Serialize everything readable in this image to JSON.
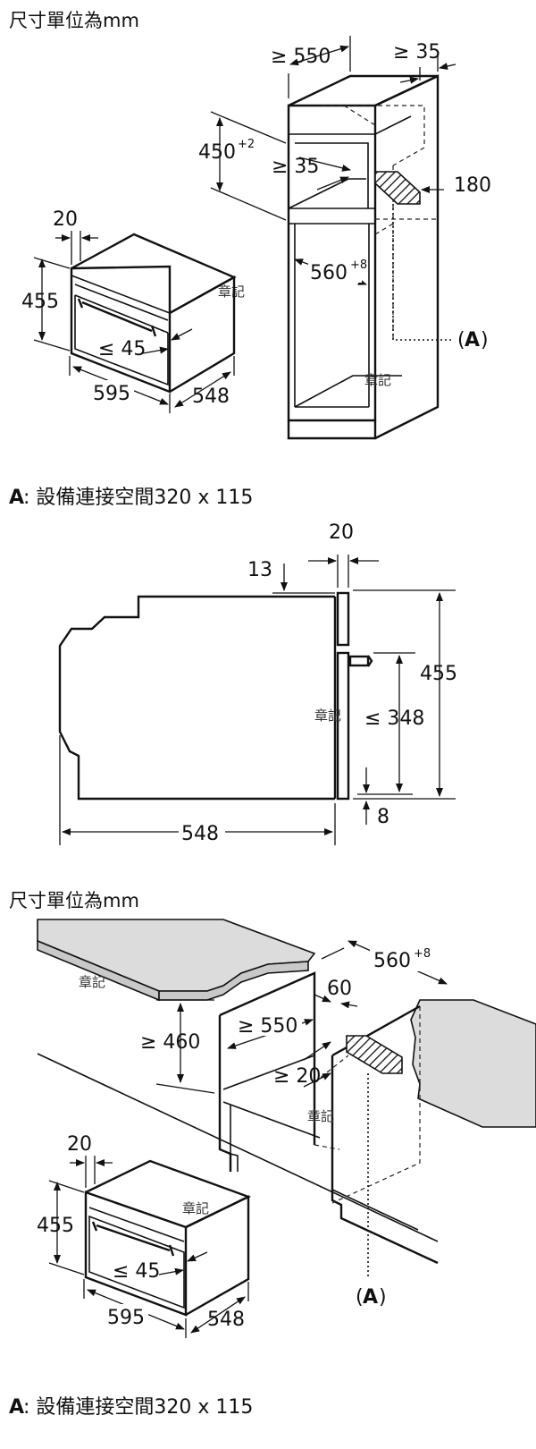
{
  "headers": {
    "units_top": "尺寸單位為mm",
    "units_bottom": "尺寸單位為mm"
  },
  "notes": {
    "a_top_key": "A",
    "a_top_text": ": 設備連接空間320 x 115",
    "a_bottom_key": "A",
    "a_bottom_text": ": 設備連接空間320 x 115"
  },
  "diagram1": {
    "d550": "≥ 550",
    "d35_top": "≥ 35",
    "d450": "450",
    "d450_sup": "+2",
    "d35_mid": "≥ 35",
    "d180": "180",
    "d560": "560",
    "d560_sup": "+8",
    "mark_cab": "章記",
    "mark_cab2": "章記",
    "callout_open": "(",
    "callout_a": "A",
    "callout_close": ")",
    "oven_20": "20",
    "oven_455": "455",
    "oven_45": "≤ 45",
    "oven_595": "595",
    "oven_548": "548",
    "mark_oven": "章記"
  },
  "diagram2": {
    "d20": "20",
    "d13": "13",
    "d455": "455",
    "d348": "≤ 348",
    "d8": "8",
    "d548": "548",
    "mark": "章記"
  },
  "diagram3": {
    "d560": "560",
    "d560_sup": "+8",
    "d60": "60",
    "d460": "≥ 460",
    "d550": "≥ 550",
    "d20": "≥ 20",
    "mark_counter": "章記",
    "mark_cab": "章記",
    "callout_open": "(",
    "callout_a": "A",
    "callout_close": ")",
    "oven_20": "20",
    "oven_455": "455",
    "oven_45": "≤ 45",
    "oven_595": "595",
    "oven_548": "548",
    "mark_oven": "章記"
  }
}
